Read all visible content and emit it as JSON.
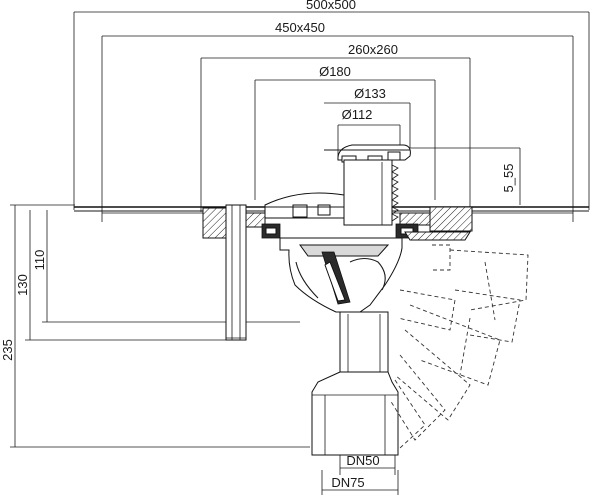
{
  "dimensions": {
    "d500": "500x500",
    "d450": "450x450",
    "d260": "260x260",
    "d180": "Ø180",
    "d133": "Ø133",
    "d112": "Ø112",
    "d5_55": "5_55",
    "d110": "110",
    "d130": "130",
    "d235": "235",
    "dn50": "DN50",
    "dn75": "DN75"
  }
}
